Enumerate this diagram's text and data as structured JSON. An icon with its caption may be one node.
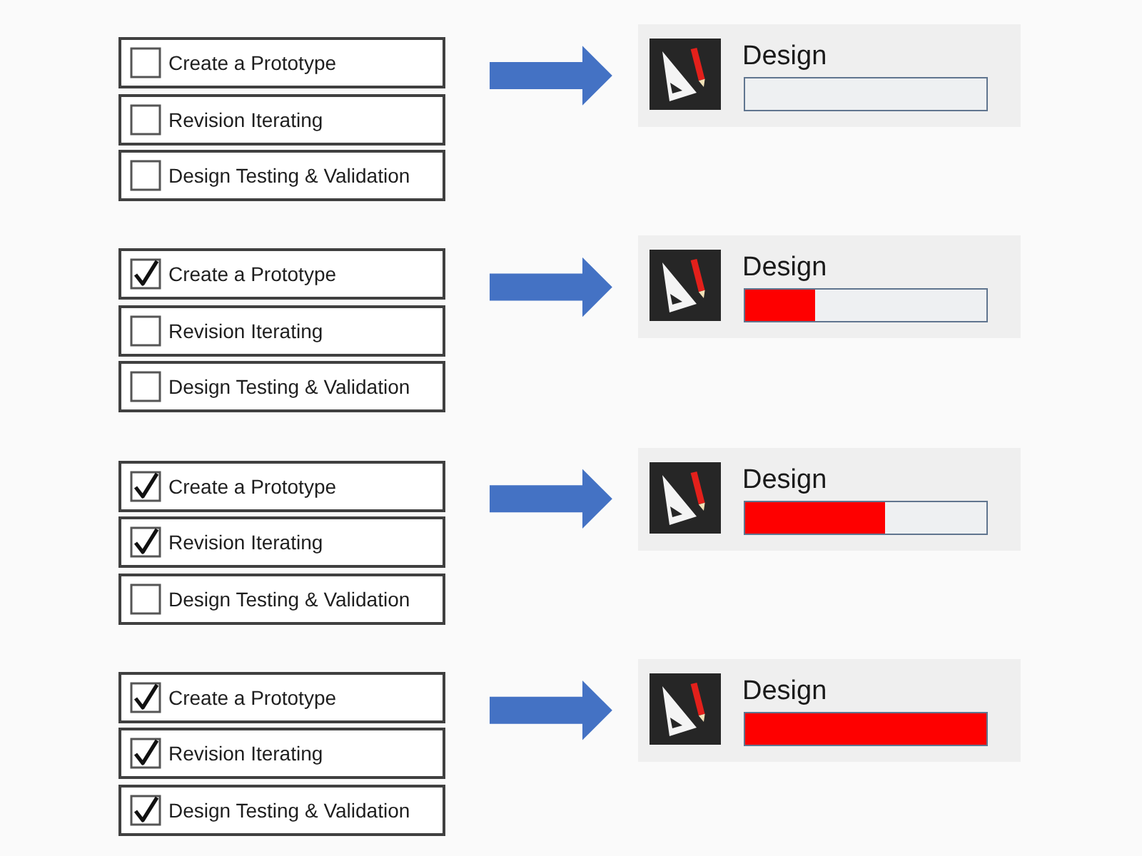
{
  "diagram": {
    "nodes": [
      {
        "text": [
          "Create a Prototype"
        ]
      },
      {
        "text": [
          "Revision Iterating"
        ]
      },
      {
        "text": [
          "Design Testing & Validation"
        ]
      },
      {
        "text": [
          "Design"
        ]
      },
      {
        "text": [
          "Create a Prototype"
        ]
      },
      {
        "text": [
          "Revision Iterating"
        ]
      },
      {
        "text": [
          "Design Testing & Validation"
        ]
      },
      {
        "text": [
          "Design"
        ]
      },
      {
        "text": [
          "Create a Prototype"
        ]
      },
      {
        "text": [
          "Revision Iterating"
        ]
      },
      {
        "text": [
          "Design Testing & Validation"
        ]
      },
      {
        "text": [
          "Design"
        ]
      },
      {
        "text": [
          "Create a Prototype"
        ]
      },
      {
        "text": [
          "Revision Iterating"
        ]
      },
      {
        "text": [
          "Design Testing & Validation"
        ]
      },
      {
        "text": [
          "Design"
        ]
      }
    ],
    "edges": [
      {
        "from": null,
        "to": 3,
        "arrow": "to"
      },
      {
        "from": null,
        "to": 7,
        "arrow": "to"
      },
      {
        "from": null,
        "to": 11,
        "arrow": "to"
      },
      {
        "from": null,
        "to": 15,
        "arrow": "to"
      }
    ]
  }
}
